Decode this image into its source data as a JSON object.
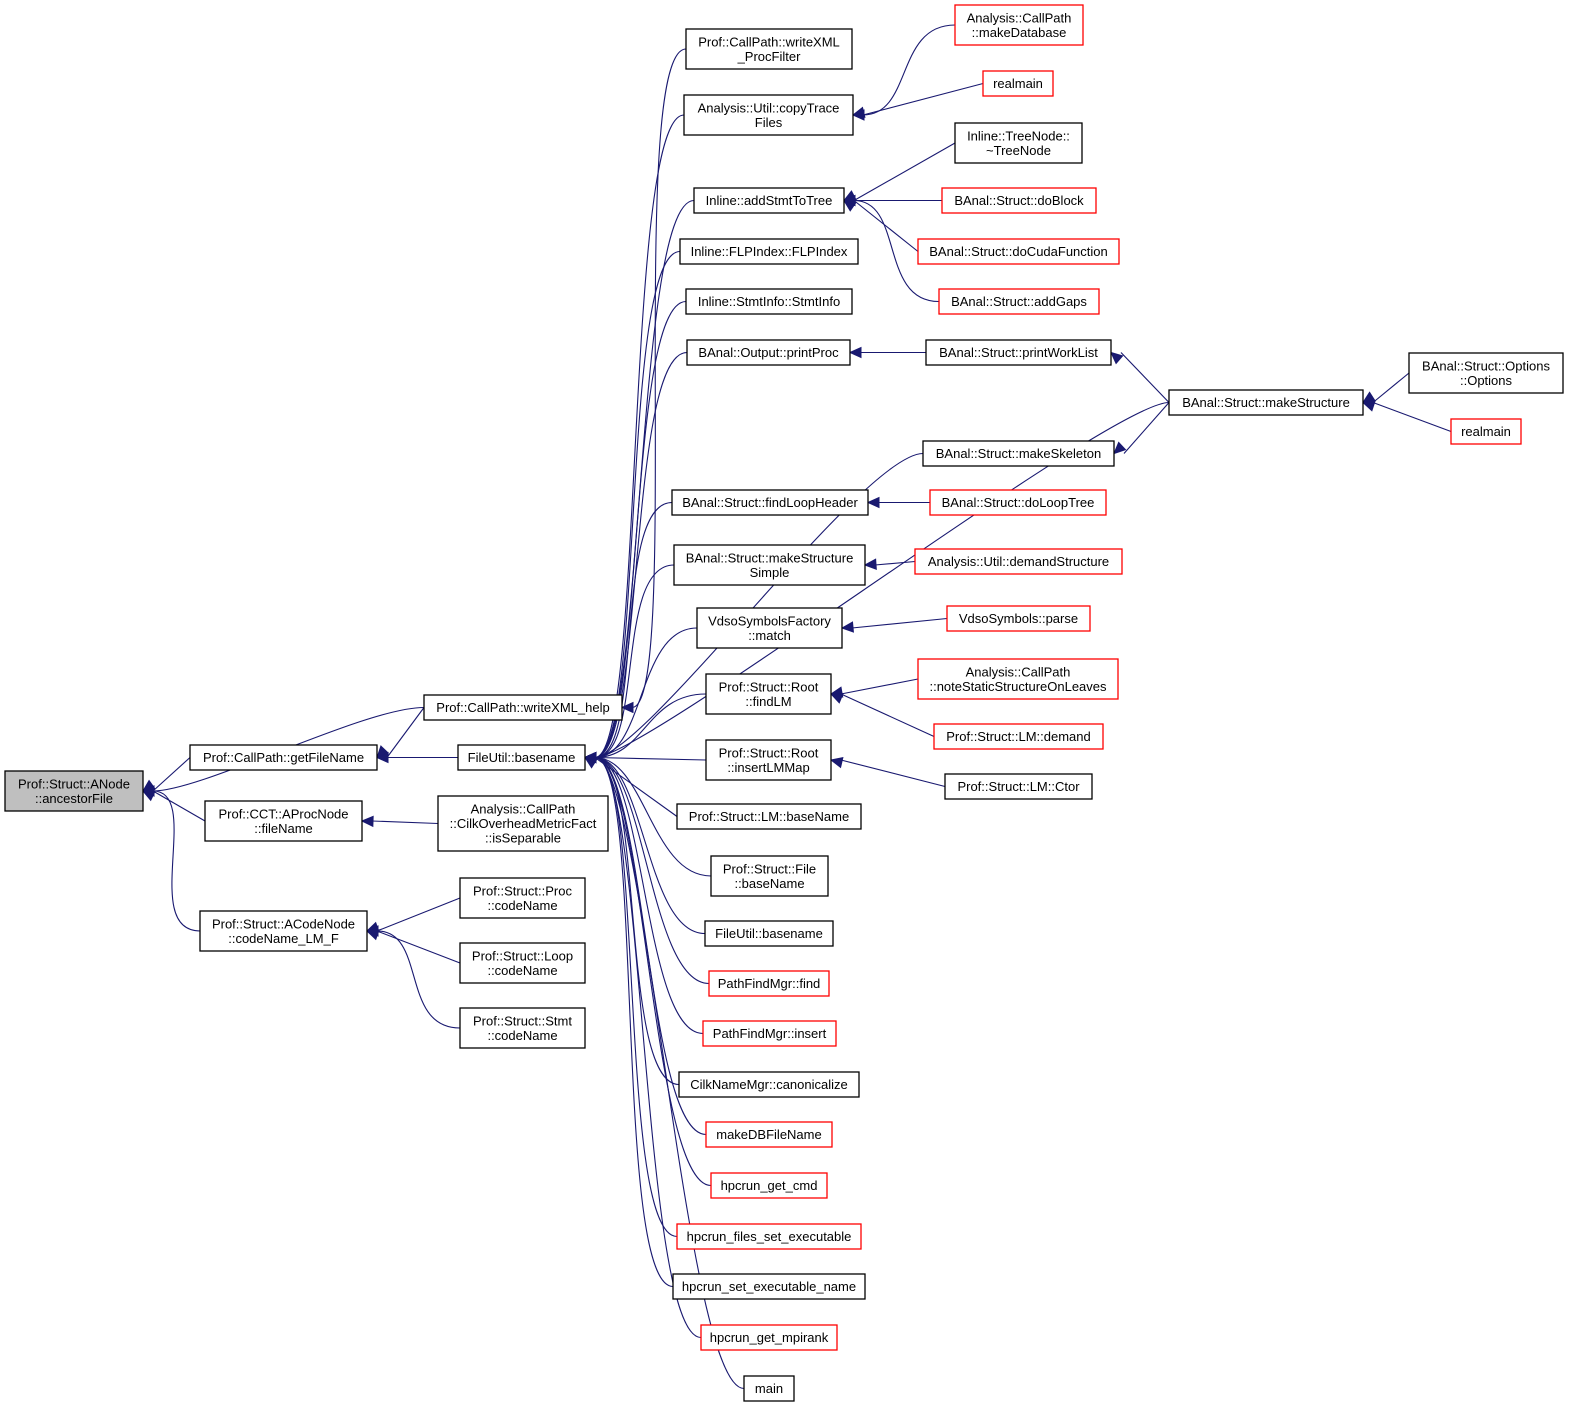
{
  "title": "Prof::Struct::ANode::ancestorFile caller graph",
  "colors": {
    "edge": "#191970",
    "node_border": "#000000",
    "truncated_border": "#ff0000",
    "focus_fill": "#bfbfbf",
    "node_fill": "#ffffff"
  },
  "nodes": [
    {
      "id": "ancestorFile",
      "lines": [
        "Prof::Struct::ANode",
        "::ancestorFile"
      ],
      "style": "focus"
    },
    {
      "id": "writeXML_help",
      "lines": [
        "Prof::CallPath::writeXML_help"
      ],
      "style": "normal"
    },
    {
      "id": "getFileName",
      "lines": [
        "Prof::CallPath::getFileName"
      ],
      "style": "normal"
    },
    {
      "id": "aprocFileName",
      "lines": [
        "Prof::CCT::AProcNode",
        "::fileName"
      ],
      "style": "normal"
    },
    {
      "id": "codeNameLMF",
      "lines": [
        "Prof::Struct::ACodeNode",
        "::codeName_LM_F"
      ],
      "style": "normal"
    },
    {
      "id": "fuBasename",
      "lines": [
        "FileUtil::basename"
      ],
      "style": "normal"
    },
    {
      "id": "isSeparable",
      "lines": [
        "Analysis::CallPath",
        "::CilkOverheadMetricFact",
        "::isSeparable"
      ],
      "style": "normal"
    },
    {
      "id": "procCodeName",
      "lines": [
        "Prof::Struct::Proc",
        "::codeName"
      ],
      "style": "normal"
    },
    {
      "id": "loopCodeName",
      "lines": [
        "Prof::Struct::Loop",
        "::codeName"
      ],
      "style": "normal"
    },
    {
      "id": "stmtCodeName",
      "lines": [
        "Prof::Struct::Stmt",
        "::codeName"
      ],
      "style": "normal"
    },
    {
      "id": "writeXMLProcFilter",
      "lines": [
        "Prof::CallPath::writeXML",
        "_ProcFilter"
      ],
      "style": "normal"
    },
    {
      "id": "copyTraceFiles",
      "lines": [
        "Analysis::Util::copyTrace",
        "Files"
      ],
      "style": "normal"
    },
    {
      "id": "addStmtToTree",
      "lines": [
        "Inline::addStmtToTree"
      ],
      "style": "normal"
    },
    {
      "id": "flpIndex",
      "lines": [
        "Inline::FLPIndex::FLPIndex"
      ],
      "style": "normal"
    },
    {
      "id": "stmtInfo",
      "lines": [
        "Inline::StmtInfo::StmtInfo"
      ],
      "style": "normal"
    },
    {
      "id": "printProc",
      "lines": [
        "BAnal::Output::printProc"
      ],
      "style": "normal"
    },
    {
      "id": "findLoopHeader",
      "lines": [
        "BAnal::Struct::findLoopHeader"
      ],
      "style": "normal"
    },
    {
      "id": "makeStructureSimple",
      "lines": [
        "BAnal::Struct::makeStructure",
        "Simple"
      ],
      "style": "normal"
    },
    {
      "id": "vdsoMatch",
      "lines": [
        "VdsoSymbolsFactory",
        "::match"
      ],
      "style": "normal"
    },
    {
      "id": "findLM",
      "lines": [
        "Prof::Struct::Root",
        "::findLM"
      ],
      "style": "normal"
    },
    {
      "id": "insertLMMap",
      "lines": [
        "Prof::Struct::Root",
        "::insertLMMap"
      ],
      "style": "normal"
    },
    {
      "id": "lmBaseName",
      "lines": [
        "Prof::Struct::LM::baseName"
      ],
      "style": "normal"
    },
    {
      "id": "fileBaseName",
      "lines": [
        "Prof::Struct::File",
        "::baseName"
      ],
      "style": "normal"
    },
    {
      "id": "fuBasename2",
      "lines": [
        "FileUtil::basename"
      ],
      "style": "normal"
    },
    {
      "id": "pfmFind",
      "lines": [
        "PathFindMgr::find"
      ],
      "style": "truncated"
    },
    {
      "id": "pfmInsert",
      "lines": [
        "PathFindMgr::insert"
      ],
      "style": "truncated"
    },
    {
      "id": "cilkCanon",
      "lines": [
        "CilkNameMgr::canonicalize"
      ],
      "style": "normal"
    },
    {
      "id": "makeDBFileName",
      "lines": [
        "makeDBFileName"
      ],
      "style": "truncated"
    },
    {
      "id": "hpcrunGetCmd",
      "lines": [
        "hpcrun_get_cmd"
      ],
      "style": "truncated"
    },
    {
      "id": "hpcrunFilesSetExe",
      "lines": [
        "hpcrun_files_set_executable"
      ],
      "style": "truncated"
    },
    {
      "id": "hpcrunSetExeName",
      "lines": [
        "hpcrun_set_executable_name"
      ],
      "style": "normal"
    },
    {
      "id": "hpcrunGetMpirank",
      "lines": [
        "hpcrun_get_mpirank"
      ],
      "style": "truncated"
    },
    {
      "id": "main",
      "lines": [
        "main"
      ],
      "style": "normal"
    },
    {
      "id": "makeDatabase",
      "lines": [
        "Analysis::CallPath",
        "::makeDatabase"
      ],
      "style": "truncated"
    },
    {
      "id": "realmain1",
      "lines": [
        "realmain"
      ],
      "style": "truncated"
    },
    {
      "id": "treeNodeDtor",
      "lines": [
        "Inline::TreeNode::",
        "~TreeNode"
      ],
      "style": "normal"
    },
    {
      "id": "doBlock",
      "lines": [
        "BAnal::Struct::doBlock"
      ],
      "style": "truncated"
    },
    {
      "id": "doCudaFunction",
      "lines": [
        "BAnal::Struct::doCudaFunction"
      ],
      "style": "truncated"
    },
    {
      "id": "addGaps",
      "lines": [
        "BAnal::Struct::addGaps"
      ],
      "style": "truncated"
    },
    {
      "id": "printWorkList",
      "lines": [
        "BAnal::Struct::printWorkList"
      ],
      "style": "normal"
    },
    {
      "id": "makeSkeleton",
      "lines": [
        "BAnal::Struct::makeSkeleton"
      ],
      "style": "normal"
    },
    {
      "id": "doLoopTree",
      "lines": [
        "BAnal::Struct::doLoopTree"
      ],
      "style": "truncated"
    },
    {
      "id": "demandStructure",
      "lines": [
        "Analysis::Util::demandStructure"
      ],
      "style": "truncated"
    },
    {
      "id": "vdsoParse",
      "lines": [
        "VdsoSymbols::parse"
      ],
      "style": "truncated"
    },
    {
      "id": "noteStatic",
      "lines": [
        "Analysis::CallPath",
        "::noteStaticStructureOnLeaves"
      ],
      "style": "truncated"
    },
    {
      "id": "lmDemand",
      "lines": [
        "Prof::Struct::LM::demand"
      ],
      "style": "truncated"
    },
    {
      "id": "lmCtor",
      "lines": [
        "Prof::Struct::LM::Ctor"
      ],
      "style": "normal"
    },
    {
      "id": "makeStructure",
      "lines": [
        "BAnal::Struct::makeStructure"
      ],
      "style": "normal"
    },
    {
      "id": "options",
      "lines": [
        "BAnal::Struct::Options",
        "::Options"
      ],
      "style": "normal"
    },
    {
      "id": "realmain2",
      "lines": [
        "realmain"
      ],
      "style": "truncated"
    }
  ],
  "edges": [
    {
      "from": "writeXML_help",
      "to": "ancestorFile"
    },
    {
      "from": "getFileName",
      "to": "ancestorFile"
    },
    {
      "from": "aprocFileName",
      "to": "ancestorFile"
    },
    {
      "from": "codeNameLMF",
      "to": "ancestorFile"
    },
    {
      "from": "writeXML_help",
      "to": "getFileName"
    },
    {
      "from": "fuBasename",
      "to": "getFileName"
    },
    {
      "from": "isSeparable",
      "to": "aprocFileName"
    },
    {
      "from": "procCodeName",
      "to": "codeNameLMF"
    },
    {
      "from": "loopCodeName",
      "to": "codeNameLMF"
    },
    {
      "from": "stmtCodeName",
      "to": "codeNameLMF"
    },
    {
      "from": "writeXMLProcFilter",
      "to": "writeXML_help"
    },
    {
      "from": "copyTraceFiles",
      "to": "fuBasename"
    },
    {
      "from": "addStmtToTree",
      "to": "fuBasename"
    },
    {
      "from": "flpIndex",
      "to": "fuBasename"
    },
    {
      "from": "stmtInfo",
      "to": "fuBasename"
    },
    {
      "from": "printProc",
      "to": "fuBasename"
    },
    {
      "from": "makeStructure",
      "to": "fuBasename"
    },
    {
      "from": "makeSkeleton",
      "to": "fuBasename"
    },
    {
      "from": "findLoopHeader",
      "to": "fuBasename"
    },
    {
      "from": "makeStructureSimple",
      "to": "fuBasename"
    },
    {
      "from": "vdsoMatch",
      "to": "fuBasename"
    },
    {
      "from": "findLM",
      "to": "fuBasename"
    },
    {
      "from": "insertLMMap",
      "to": "fuBasename"
    },
    {
      "from": "lmBaseName",
      "to": "fuBasename"
    },
    {
      "from": "fileBaseName",
      "to": "fuBasename"
    },
    {
      "from": "fuBasename2",
      "to": "fuBasename"
    },
    {
      "from": "pfmFind",
      "to": "fuBasename"
    },
    {
      "from": "pfmInsert",
      "to": "fuBasename"
    },
    {
      "from": "cilkCanon",
      "to": "fuBasename"
    },
    {
      "from": "makeDBFileName",
      "to": "fuBasename"
    },
    {
      "from": "hpcrunGetCmd",
      "to": "fuBasename"
    },
    {
      "from": "hpcrunFilesSetExe",
      "to": "fuBasename"
    },
    {
      "from": "hpcrunSetExeName",
      "to": "fuBasename"
    },
    {
      "from": "hpcrunGetMpirank",
      "to": "fuBasename"
    },
    {
      "from": "main",
      "to": "fuBasename"
    },
    {
      "from": "makeDatabase",
      "to": "copyTraceFiles"
    },
    {
      "from": "realmain1",
      "to": "copyTraceFiles"
    },
    {
      "from": "treeNodeDtor",
      "to": "addStmtToTree"
    },
    {
      "from": "doBlock",
      "to": "addStmtToTree"
    },
    {
      "from": "doCudaFunction",
      "to": "addStmtToTree"
    },
    {
      "from": "addGaps",
      "to": "addStmtToTree"
    },
    {
      "from": "printWorkList",
      "to": "printProc"
    },
    {
      "from": "doLoopTree",
      "to": "findLoopHeader"
    },
    {
      "from": "demandStructure",
      "to": "makeStructureSimple"
    },
    {
      "from": "vdsoParse",
      "to": "vdsoMatch"
    },
    {
      "from": "noteStatic",
      "to": "findLM"
    },
    {
      "from": "lmDemand",
      "to": "findLM"
    },
    {
      "from": "lmCtor",
      "to": "insertLMMap"
    },
    {
      "from": "makeStructure",
      "to": "printWorkList"
    },
    {
      "from": "makeStructure",
      "to": "makeSkeleton"
    },
    {
      "from": "options",
      "to": "makeStructure"
    },
    {
      "from": "realmain2",
      "to": "makeStructure"
    }
  ]
}
